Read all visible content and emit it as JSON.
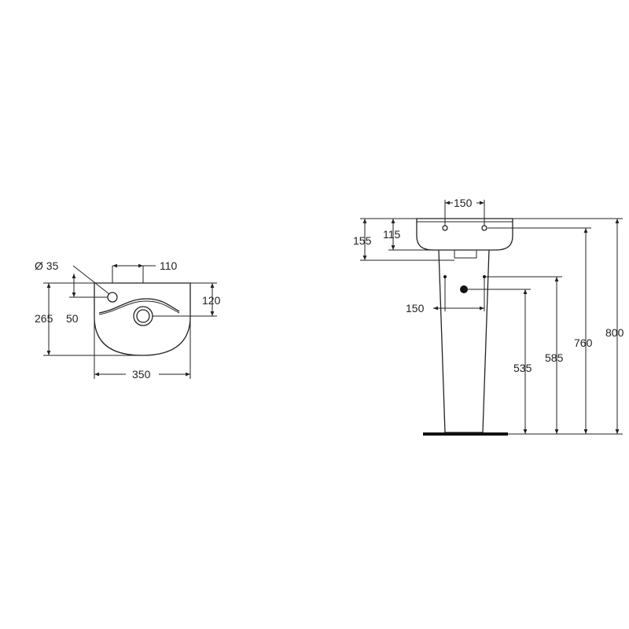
{
  "top_view": {
    "hole_diameter": "Ø 35",
    "hole_offset": "110",
    "hole_depth": "120",
    "depth_total": "265",
    "hole_from_back": "50",
    "width": "350"
  },
  "side_view": {
    "tap_spacing": "150",
    "height_155": "155",
    "height_115": "115",
    "pedestal_spacing": "150",
    "height_535": "535",
    "height_585": "585",
    "height_760": "760",
    "height_800": "800"
  }
}
